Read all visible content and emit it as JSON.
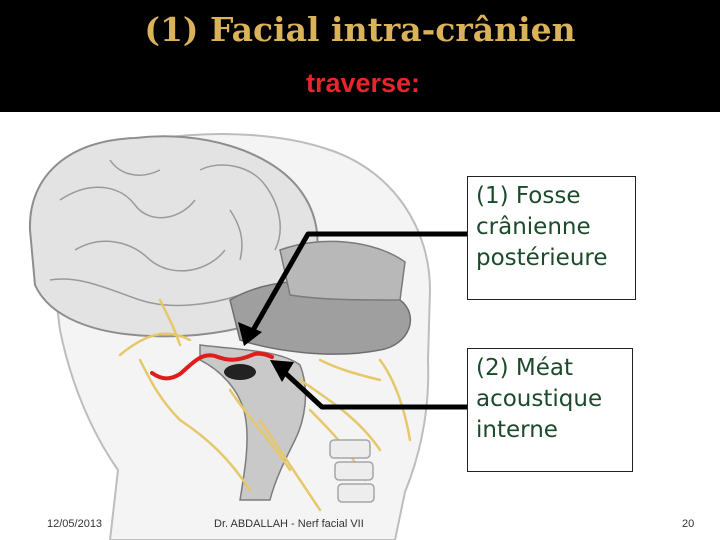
{
  "slide": {
    "title": "(1) Facial intra-crânien",
    "subtitle": "traverse:",
    "labels": [
      {
        "lines": [
          "(1) Fosse",
          "crânienne",
          "postérieure"
        ]
      },
      {
        "lines": [
          "(2) Méat",
          "acoustique",
          "interne"
        ]
      }
    ],
    "footer": {
      "date": "12/05/2013",
      "author": "Dr. ABDALLAH - Nerf facial VII",
      "page": "20"
    }
  },
  "colors": {
    "header_bg": "#000000",
    "title": "#d9b25a",
    "subtitle": "#e8252c",
    "label_text": "#1b4b2a",
    "nerf_path": "#e21b1b",
    "arrow": "#000000"
  }
}
